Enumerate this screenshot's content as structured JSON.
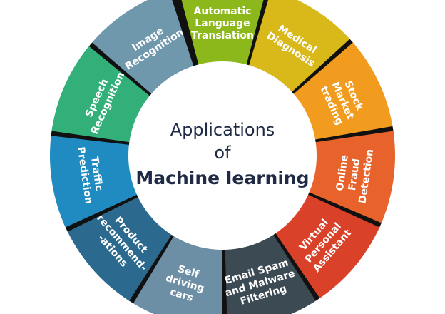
{
  "center": {
    "line1": "Applications",
    "line2": "of",
    "line3": "Machine learning"
  },
  "segments": [
    {
      "label_lines": [
        "Automatic",
        "Language",
        "Translation"
      ],
      "color": "#8cb81c",
      "name": "segment-automatic-language-translation"
    },
    {
      "label_lines": [
        "Medical",
        "Diagnosis"
      ],
      "color": "#d9b81a",
      "name": "segment-medical-diagnosis"
    },
    {
      "label_lines": [
        "Stock",
        "Market",
        "trading"
      ],
      "color": "#f29c1f",
      "name": "segment-stock-market-trading"
    },
    {
      "label_lines": [
        "Online",
        "Fraud",
        "Detection"
      ],
      "color": "#e8632b",
      "name": "segment-online-fraud-detection"
    },
    {
      "label_lines": [
        "Virtual",
        "Personal",
        "Assistant"
      ],
      "color": "#d94128",
      "name": "segment-virtual-personal-assistant"
    },
    {
      "label_lines": [
        "Email Spam",
        "and Malware",
        "Filtering"
      ],
      "color": "#3c4a54",
      "name": "segment-email-spam-malware-filtering"
    },
    {
      "label_lines": [
        "Self",
        "driving",
        "cars"
      ],
      "color": "#6d8fa6",
      "name": "segment-self-driving-cars"
    },
    {
      "label_lines": [
        "Product",
        "recommend-",
        "-ations"
      ],
      "color": "#2b6a8e",
      "name": "segment-product-recommendations"
    },
    {
      "label_lines": [
        "Traffic",
        "Prediction"
      ],
      "color": "#1f8bc0",
      "name": "segment-traffic-prediction"
    },
    {
      "label_lines": [
        "Speech",
        "Recognition"
      ],
      "color": "#33b07a",
      "name": "segment-speech-recognition"
    },
    {
      "label_lines": [
        "Image",
        "Recognition"
      ],
      "color": "#6f98ad",
      "name": "segment-image-recognition"
    }
  ]
}
